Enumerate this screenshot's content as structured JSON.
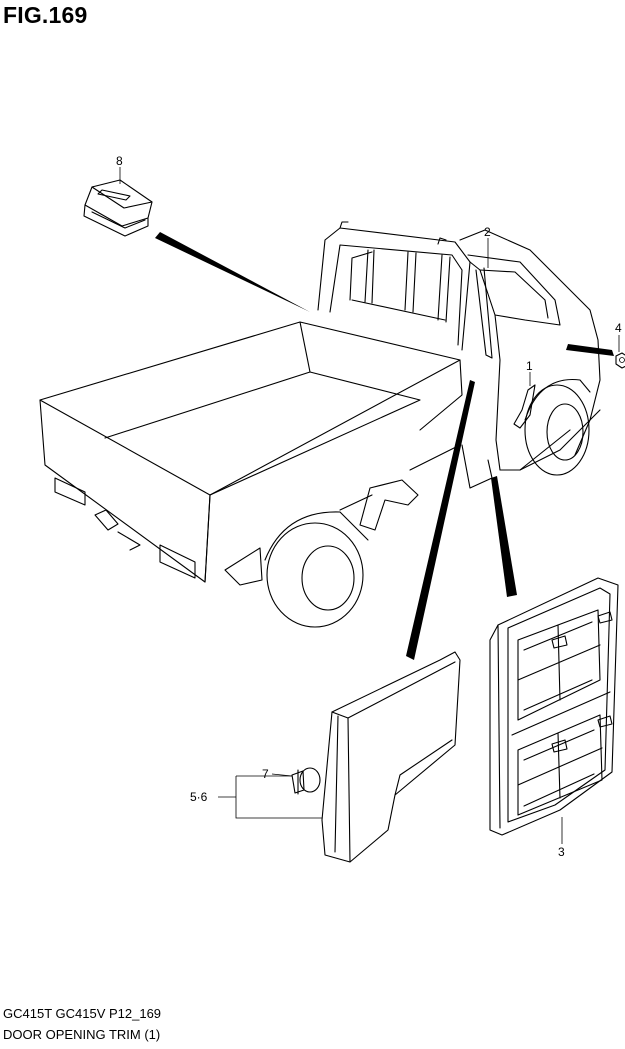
{
  "figure": {
    "title": "FIG.169"
  },
  "callouts": [
    {
      "id": "c8",
      "label": "8"
    },
    {
      "id": "c2",
      "label": "2"
    },
    {
      "id": "c4",
      "label": "4"
    },
    {
      "id": "c1",
      "label": "1"
    },
    {
      "id": "c7",
      "label": "7"
    },
    {
      "id": "c56",
      "label": "5·6"
    },
    {
      "id": "c3",
      "label": "3"
    }
  ],
  "footer": {
    "models": "GC415T GC415V P12_169",
    "section": "DOOR OPENING TRIM (1)"
  }
}
